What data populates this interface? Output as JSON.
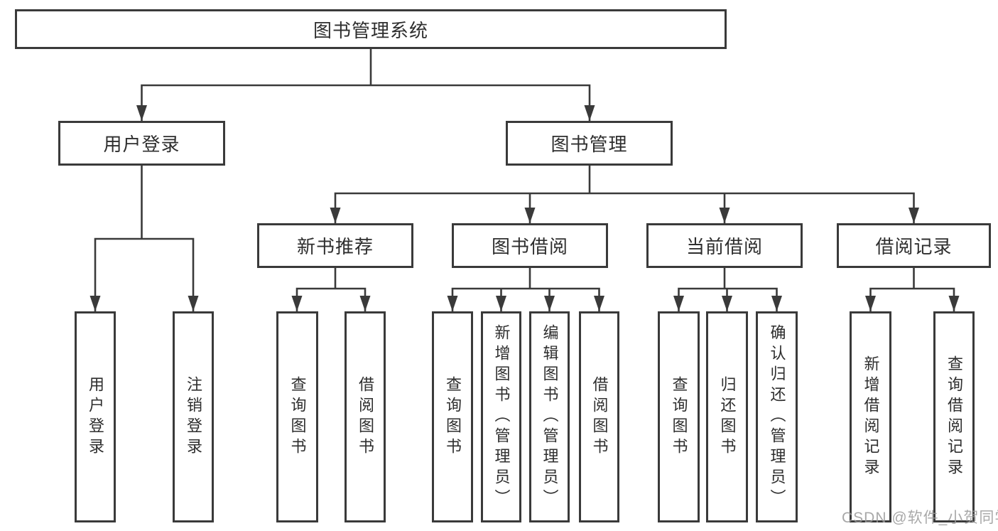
{
  "page": {
    "watermark": "CSDN @软件_小贺同学"
  },
  "colors": {
    "line": "#3a3a3a",
    "box_border": "#3a3a3a",
    "text": "#2e2e2e",
    "box_background": "#ffffff",
    "background": "#ffffff",
    "watermark": "#9a9a9a"
  },
  "diagram": {
    "type": "hierarchy-tree",
    "root": {
      "label": "图书管理系统",
      "children": [
        {
          "label": "用户登录",
          "children": [
            {
              "label": "用户登录"
            },
            {
              "label": "注销登录"
            }
          ]
        },
        {
          "label": "图书管理",
          "children": [
            {
              "label": "新书推荐",
              "children": [
                {
                  "label": "查询图书"
                },
                {
                  "label": "借阅图书"
                }
              ]
            },
            {
              "label": "图书借阅",
              "children": [
                {
                  "label": "查询图书"
                },
                {
                  "label": "新增图书（管理员）"
                },
                {
                  "label": "编辑图书（管理员）"
                },
                {
                  "label": "借阅图书"
                }
              ]
            },
            {
              "label": "当前借阅",
              "children": [
                {
                  "label": "查询图书"
                },
                {
                  "label": "归还图书"
                },
                {
                  "label": "确认归还（管理员）"
                }
              ]
            },
            {
              "label": "借阅记录",
              "children": [
                {
                  "label": "新增借阅记录"
                },
                {
                  "label": "查询借阅记录"
                }
              ]
            }
          ]
        }
      ]
    }
  }
}
